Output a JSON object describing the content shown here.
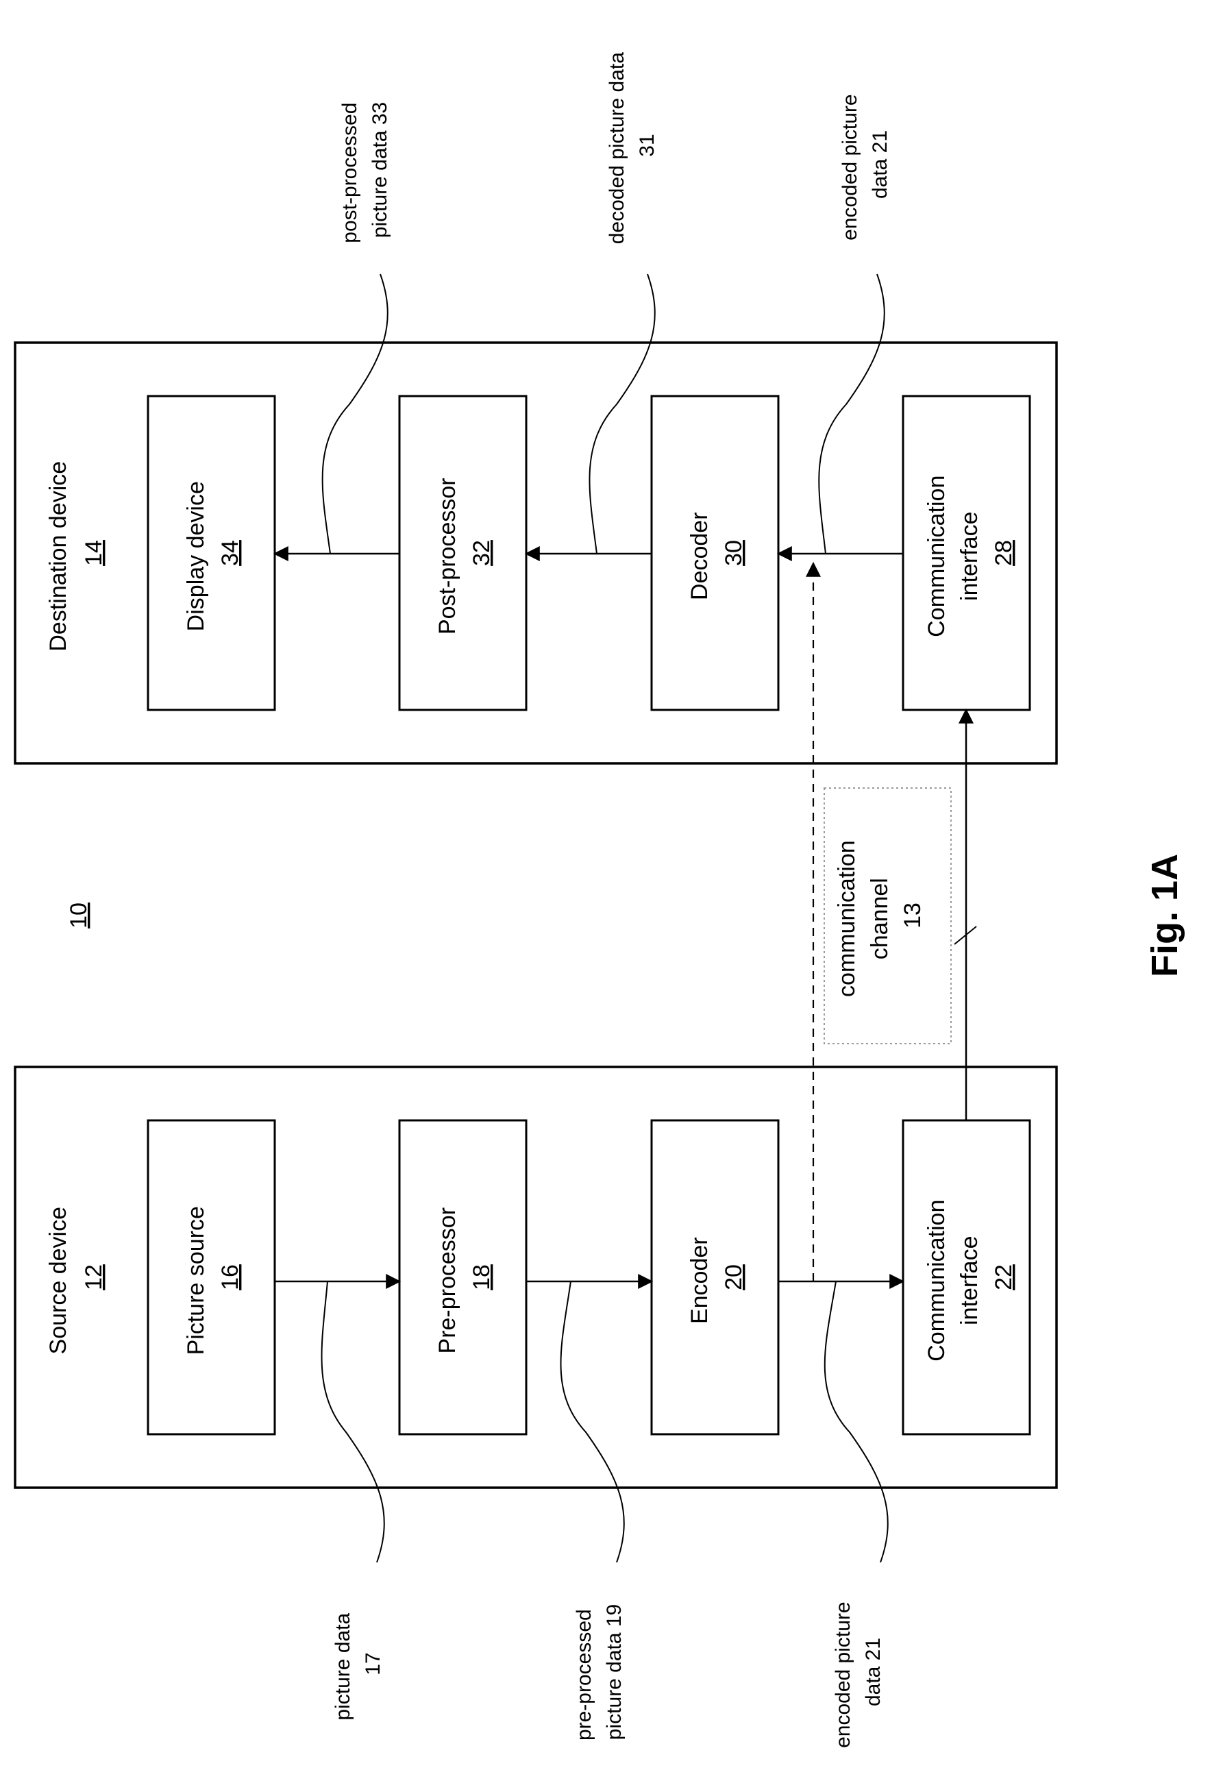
{
  "figure": {
    "system_ref": "10",
    "fig_label": "Fig. 1A"
  },
  "source_device": {
    "title": "Source device",
    "ref": "12",
    "blocks": {
      "picture_source": {
        "name": "Picture source",
        "ref": "16"
      },
      "pre_processor": {
        "name": "Pre-processor",
        "ref": "18"
      },
      "encoder": {
        "name": "Encoder",
        "ref": "20"
      },
      "comm_interface": {
        "line1": "Communication",
        "line2": "interface",
        "ref": "22"
      }
    }
  },
  "destination_device": {
    "title": "Destination device",
    "ref": "14",
    "blocks": {
      "display_device": {
        "name": "Display device",
        "ref": "34"
      },
      "post_processor": {
        "name": "Post-processor",
        "ref": "32"
      },
      "decoder": {
        "name": "Decoder",
        "ref": "30"
      },
      "comm_interface": {
        "line1": "Communication",
        "line2": "interface",
        "ref": "28"
      }
    }
  },
  "channel": {
    "line1": "communication",
    "line2": "channel",
    "ref": "13"
  },
  "callouts": {
    "picture_data": {
      "line1": "picture data",
      "line2": "17"
    },
    "pre_processed": {
      "line1": "pre-processed",
      "line2": "picture data 19"
    },
    "encoded_src": {
      "line1": "encoded picture",
      "line2": "data 21"
    },
    "post_processed": {
      "line1": "post-processed",
      "line2": "picture data 33"
    },
    "decoded": {
      "line1": "decoded picture data",
      "line2": "31"
    },
    "encoded_dst": {
      "line1": "encoded picture",
      "line2": "data 21"
    }
  }
}
